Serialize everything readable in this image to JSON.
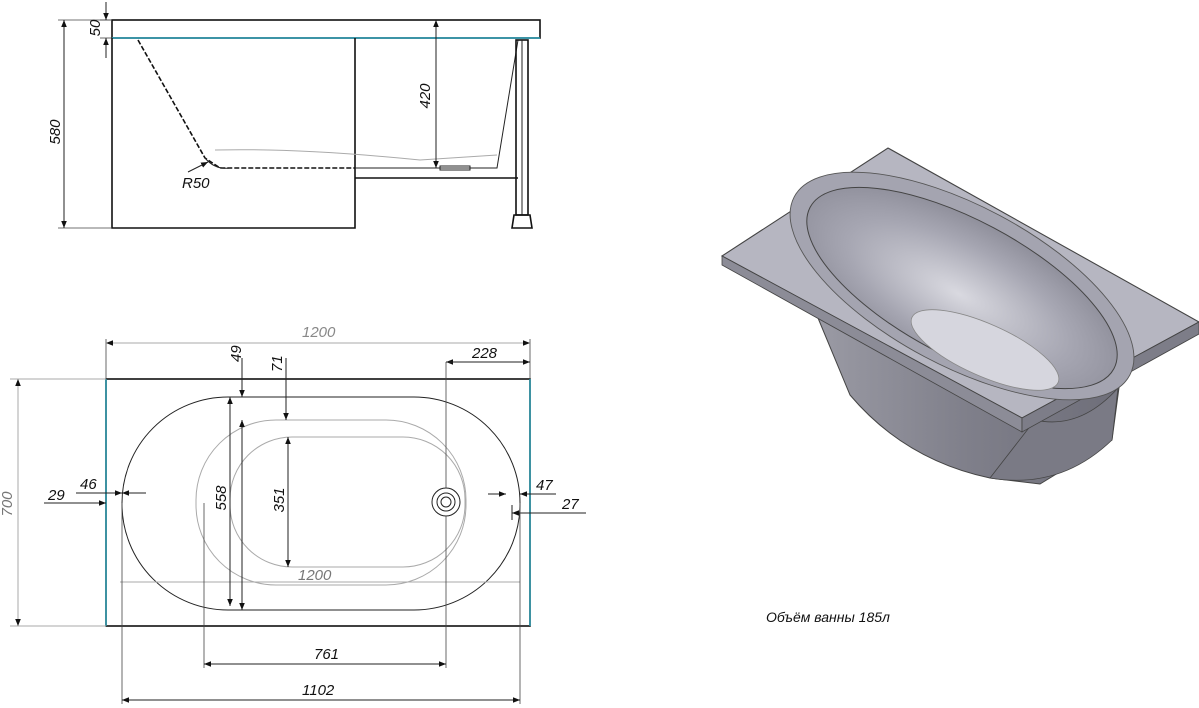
{
  "side_view": {
    "dim_rim": "50",
    "dim_height": "580",
    "dim_depth": "420",
    "dim_radius": "R50"
  },
  "top_view": {
    "dim_length_top": "1200",
    "dim_length_inner": "1200",
    "dim_width": "700",
    "dim_49": "49",
    "dim_71": "71",
    "dim_228": "228",
    "dim_29": "29",
    "dim_46": "46",
    "dim_47": "47",
    "dim_27": "27",
    "dim_558": "558",
    "dim_351": "351",
    "dim_761": "761",
    "dim_1102": "1102"
  },
  "caption": "Объём ванны 185л",
  "colors": {
    "body": "#8e8e98",
    "rim_top": "#b7b7c2",
    "inner": "#a9a9b5",
    "floor": "#d4d4dc",
    "cyan_edge": "#2aa0b8"
  }
}
